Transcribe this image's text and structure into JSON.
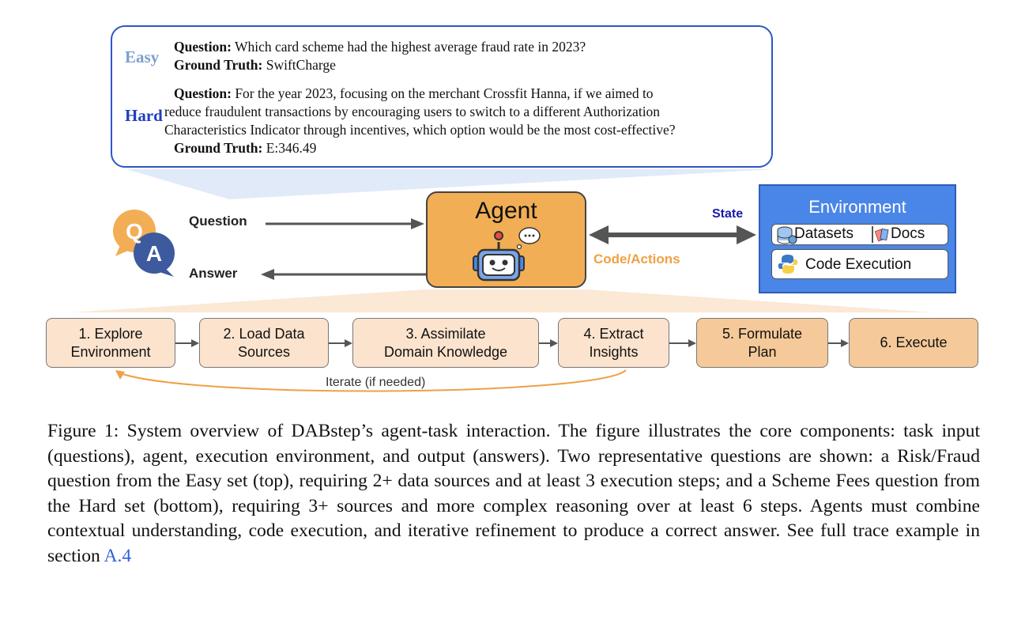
{
  "card": {
    "easy_label": "Easy",
    "easy_question_label": "Question:",
    "easy_question": "Which card scheme had the highest average fraud rate in 2023?",
    "easy_truth_label": "Ground Truth:",
    "easy_truth": "SwiftCharge",
    "hard_label": "Hard",
    "hard_question_label": "Question:",
    "hard_question_line1": "For the year 2023, focusing on the merchant Crossfit Hanna, if we aimed to",
    "hard_question_line2": "reduce fraudulent transactions by encouraging users to switch to a different Authorization",
    "hard_question_line3": "Characteristics Indicator through incentives, which option would be the most cost-effective?",
    "hard_truth_label": "Ground Truth:",
    "hard_truth": "E:346.49"
  },
  "qa_icon": {
    "q": "Q",
    "a": "A"
  },
  "flow": {
    "question": "Question",
    "answer": "Answer",
    "state": "State",
    "code_actions": "Code/Actions"
  },
  "agent": {
    "title": "Agent"
  },
  "environment": {
    "title": "Environment",
    "datasets": "Datasets",
    "docs": "Docs",
    "code_execution": "Code Execution"
  },
  "steps": [
    {
      "line1": "1. Explore",
      "line2": "Environment"
    },
    {
      "line1": "2. Load Data",
      "line2": "Sources"
    },
    {
      "line1": "3. Assimilate",
      "line2": "Domain Knowledge"
    },
    {
      "line1": "4. Extract",
      "line2": "Insights"
    },
    {
      "line1": "5. Formulate",
      "line2": "Plan"
    },
    {
      "line1": "6. Execute",
      "line2": ""
    }
  ],
  "iterate_label": "Iterate (if needed)",
  "caption": {
    "text": "Figure 1:  System overview of DABstep’s agent-task interaction.  The figure illustrates the core components: task input (questions), agent, execution environment, and output (answers). Two representative questions are shown: a Risk/Fraud question from the Easy set (top), requiring 2+ data sources and at least 3 execution steps; and a Scheme Fees question from the Hard set (bottom), requiring 3+ sources and more complex reasoning over at least 6 steps. Agents must combine contextual understanding, code execution, and iterative refinement to produce a correct answer. See full trace example in section ",
    "link": "A.4"
  },
  "colors": {
    "easy": "#7b9fcf",
    "hard": "#1f3fbf",
    "agent": "#f2ae55",
    "environment": "#4a86e8",
    "state": "#1a1aa8",
    "code_actions": "#f0a044",
    "iterate": "#f0a044"
  }
}
